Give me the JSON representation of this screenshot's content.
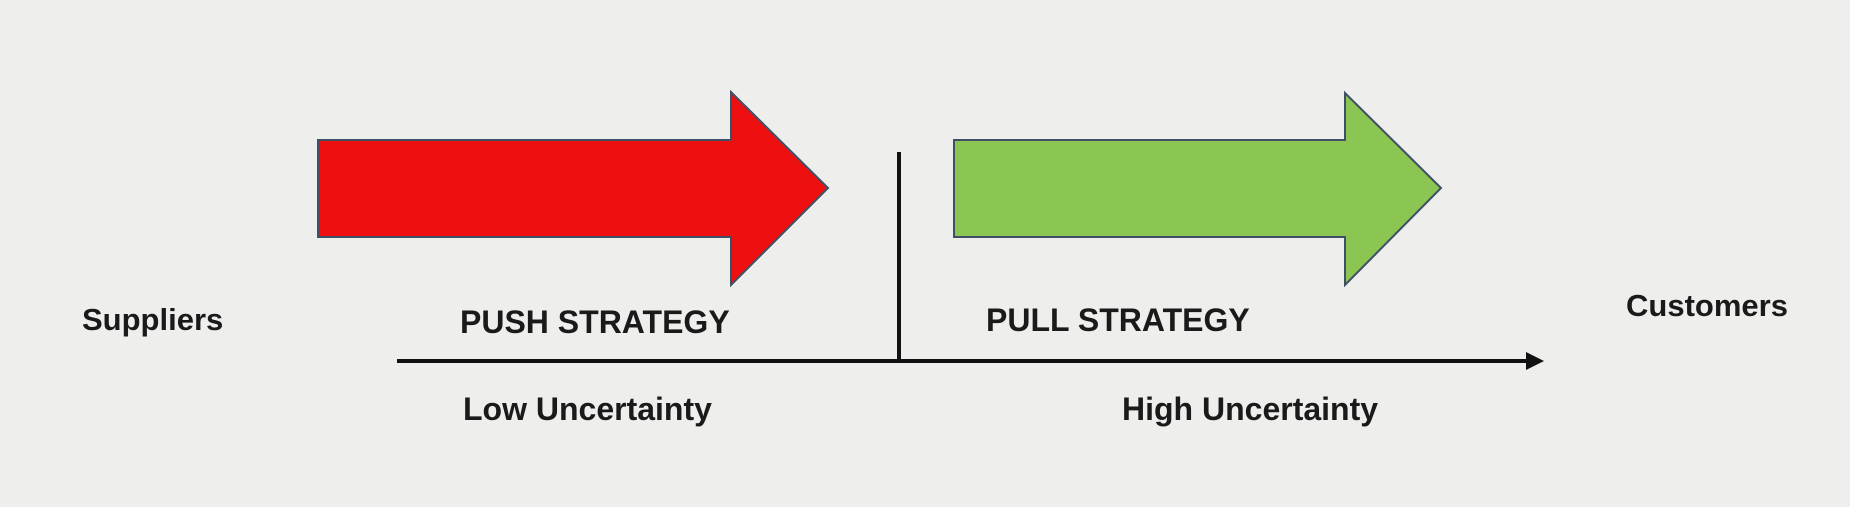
{
  "labels": {
    "suppliers": "Suppliers",
    "customers": "Customers",
    "push_strategy": "PUSH STRATEGY",
    "pull_strategy": "PULL STRATEGY",
    "low_uncertainty": "Low Uncertainty",
    "high_uncertainty": "High Uncertainty"
  },
  "colors": {
    "push_arrow": "#ee1010",
    "pull_arrow": "#8bc552",
    "arrow_outline": "#3f4f66",
    "axis": "#111111",
    "background": "#eeeeec",
    "text": "#1a1a1a"
  }
}
